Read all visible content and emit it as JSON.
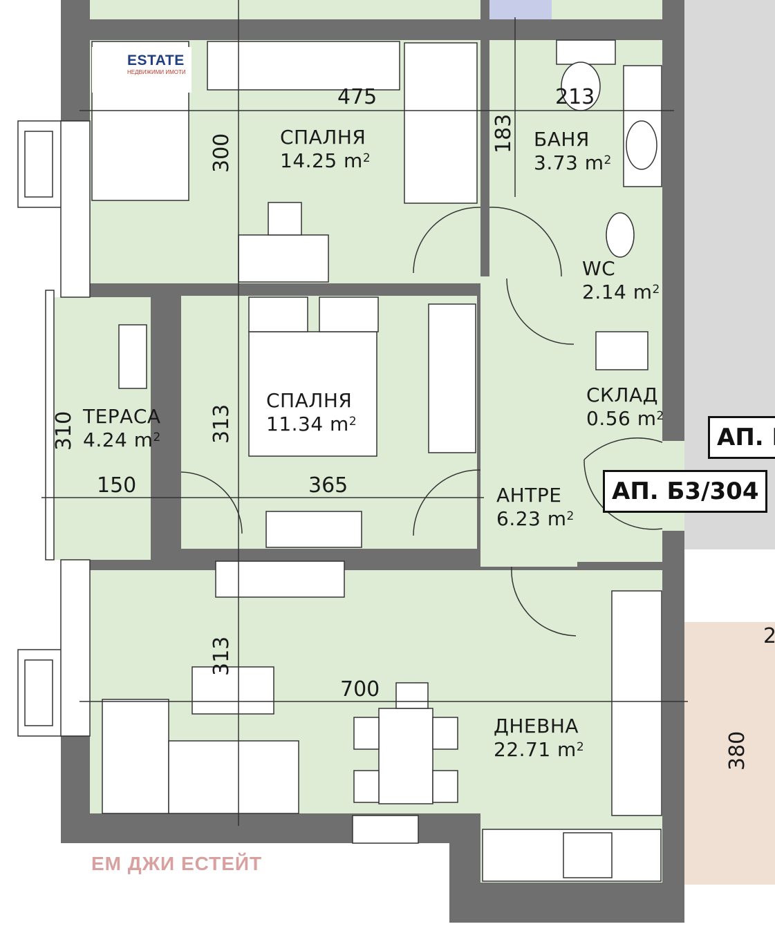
{
  "logo": {
    "brand": "ESTATE",
    "subtitle": "НЕДВИЖИМИ ИМОТИ"
  },
  "watermark": "ЕМ ДЖИ ЕСТЕЙТ",
  "apartment": {
    "code": "АП. Б3/304",
    "neighbor_code": "АП. Б"
  },
  "rooms": {
    "bedroom1": {
      "name": "СПАЛНЯ",
      "area": "14.25 m"
    },
    "bathroom": {
      "name": "БАНЯ",
      "area": "3.73 m"
    },
    "wc": {
      "name": "WC",
      "area": "2.14 m"
    },
    "storage": {
      "name": "СКЛАД",
      "area": "0.56 m"
    },
    "bedroom2": {
      "name": "СПАЛНЯ",
      "area": "11.34 m"
    },
    "terrace": {
      "name": "ТЕРАСА",
      "area": "4.24 m"
    },
    "hall": {
      "name": "АНТРЕ",
      "area": "6.23 m"
    },
    "living": {
      "name": "ДНЕВНА",
      "area": "22.71 m"
    }
  },
  "area_unit_exponent": "2",
  "dimensions": {
    "bedroom1_width": "475",
    "bathroom_width": "213",
    "bathroom_height": "183",
    "bedroom1_height": "300",
    "terrace_height": "310",
    "bedroom2_height": "313",
    "terrace_width": "150",
    "bedroom2_width": "365",
    "living_height": "313",
    "living_width": "700",
    "neighbor_height": "380",
    "neighbor_partial": "2"
  },
  "colors": {
    "room_fill": "#deecd6",
    "wall": "#6f6f6f",
    "neighbor_fill": "#f0e0d4",
    "corridor": "#d9d9d9"
  }
}
